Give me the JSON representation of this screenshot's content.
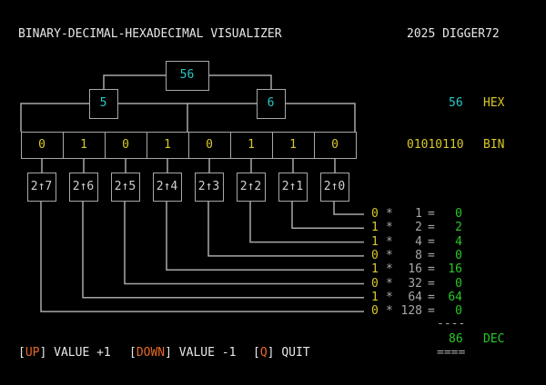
{
  "header": {
    "title": "BINARY-DECIMAL-HEXADECIMAL VISUALIZER",
    "credit": "2025 DIGGER72"
  },
  "hex": {
    "value": "56",
    "high_nibble": "5",
    "low_nibble": "6",
    "label": "HEX"
  },
  "bits": [
    "0",
    "1",
    "0",
    "1",
    "0",
    "1",
    "1",
    "0"
  ],
  "binary": {
    "value": "01010110",
    "label": "BIN"
  },
  "powers": [
    "2↑7",
    "2↑6",
    "2↑5",
    "2↑4",
    "2↑3",
    "2↑2",
    "2↑1",
    "2↑0"
  ],
  "rows": [
    {
      "bit": "0",
      "op": "*",
      "weight": "1",
      "eq": "=",
      "result": "0"
    },
    {
      "bit": "1",
      "op": "*",
      "weight": "2",
      "eq": "=",
      "result": "2"
    },
    {
      "bit": "1",
      "op": "*",
      "weight": "4",
      "eq": "=",
      "result": "4"
    },
    {
      "bit": "0",
      "op": "*",
      "weight": "8",
      "eq": "=",
      "result": "0"
    },
    {
      "bit": "1",
      "op": "*",
      "weight": "16",
      "eq": "=",
      "result": "16"
    },
    {
      "bit": "0",
      "op": "*",
      "weight": "32",
      "eq": "=",
      "result": "0"
    },
    {
      "bit": "1",
      "op": "*",
      "weight": "64",
      "eq": "=",
      "result": "64"
    },
    {
      "bit": "0",
      "op": "*",
      "weight": "128",
      "eq": "=",
      "result": "0"
    }
  ],
  "sum": {
    "rule_top": "----",
    "value": "86",
    "label": "DEC",
    "rule_bottom": "===="
  },
  "controls": [
    {
      "key": "UP",
      "action": "VALUE +1"
    },
    {
      "key": "DOWN",
      "action": "VALUE -1"
    },
    {
      "key": "Q",
      "action": "QUIT"
    }
  ],
  "colors": {
    "hex": "#28c8c8",
    "bits": "#d8c828",
    "dec": "#28c828",
    "lines": "#a8a8a8",
    "keys": "#e86828"
  }
}
